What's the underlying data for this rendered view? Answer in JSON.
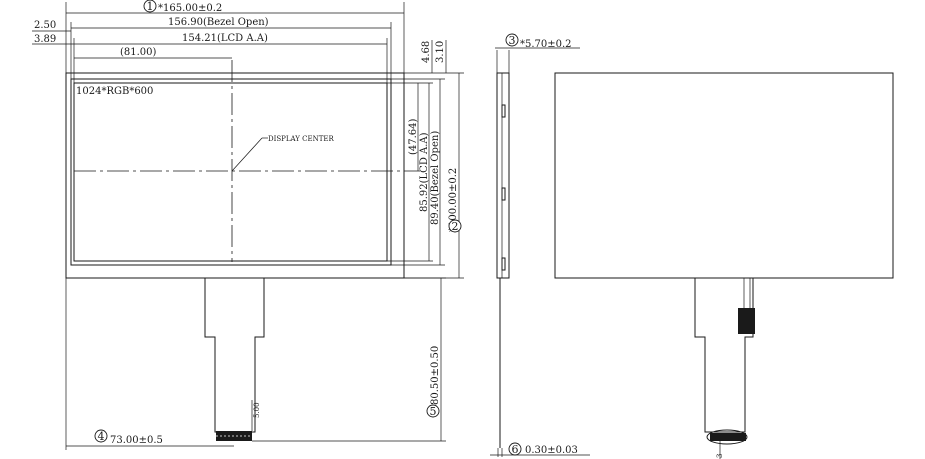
{
  "dimensions": {
    "d1": {
      "marker": "1",
      "text": "*165.00±0.2"
    },
    "bezel_open_w": {
      "text": "156.90(Bezel Open)"
    },
    "lcd_aa_w": {
      "text": "154.21(LCD A.A)"
    },
    "half_w": {
      "text": "(81.00)"
    },
    "left_bezel": {
      "text": "2.50"
    },
    "left_aa": {
      "text": "3.89"
    },
    "top_bezel": {
      "text": "3.10"
    },
    "top_aa": {
      "text": "4.68"
    },
    "half_h": {
      "text": "(47.64)"
    },
    "lcd_aa_h": {
      "text": "85.92(LCD A.A)"
    },
    "bezel_open_h": {
      "text": "89.40(Bezel Open)"
    },
    "d2": {
      "marker": "2",
      "text": "*100.00±0.2"
    },
    "d3": {
      "marker": "3",
      "text": "*5.70±0.2"
    },
    "d4": {
      "marker": "4",
      "text": "73.00±0.5"
    },
    "d5": {
      "marker": "5",
      "text": "80.50±0.50"
    },
    "d6": {
      "marker": "6",
      "text": "0.30±0.03"
    },
    "fpc_tab": {
      "text": "5.00"
    },
    "fpc_tab_right": {
      "text": "3"
    }
  },
  "labels": {
    "resolution": "1024*RGB*600",
    "display_center": "DISPLAY CENTER"
  }
}
